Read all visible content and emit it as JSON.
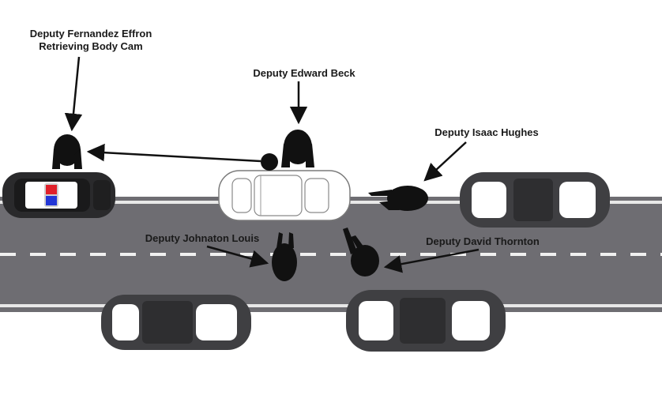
{
  "labels": {
    "fernandez_line1": "Deputy Fernandez Effron",
    "fernandez_line2": "Retrieving Body Cam",
    "beck": "Deputy Edward Beck",
    "hughes": "Deputy Isaac Hughes",
    "louis": "Deputy Johnaton Louis",
    "thornton": "Deputy David Thornton"
  },
  "colors": {
    "road": "#6e6d72",
    "lane_marking": "#ffffff",
    "dark_car": "#3f3f42",
    "police_light_red": "#e0202a",
    "police_light_blue": "#2236d6",
    "figure": "#111111"
  }
}
